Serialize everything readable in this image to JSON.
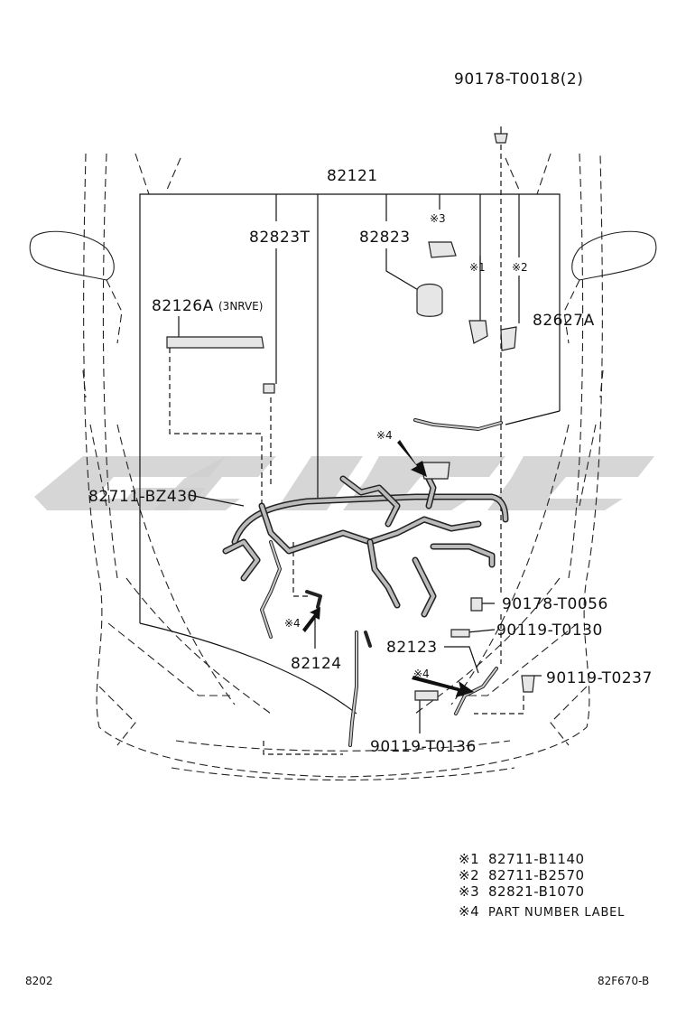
{
  "diagram": {
    "labels": {
      "nut_top": "90178-T0018(2)",
      "main_harness": "82121",
      "sensor_t": "82823T",
      "connector": "82823",
      "harness_3nrve": "82126A",
      "harness_3nrve_note": "(3NRVE)",
      "harness_627a": "82627A",
      "harness_bz430": "82711-BZ430",
      "harness_124": "82124",
      "harness_123": "82123",
      "nut_0056": "90178-T0056",
      "bolt_0130": "90119-T0130",
      "bolt_0237": "90119-T0237",
      "bolt_0136": "90119-T0136",
      "ref_1": "※1",
      "ref_2": "※2",
      "ref_3": "※3",
      "ref_4a": "※4",
      "ref_4b": "※4",
      "ref_4c": "※4"
    },
    "legend": [
      {
        "mark": "※1",
        "text": "82711-B1140"
      },
      {
        "mark": "※2",
        "text": "82711-B2570"
      },
      {
        "mark": "※3",
        "text": "82821-B1070"
      },
      {
        "mark": "※4",
        "text": "PART NUMBER LABEL"
      }
    ],
    "footer": {
      "left": "8202",
      "right": "82F670-B"
    }
  }
}
